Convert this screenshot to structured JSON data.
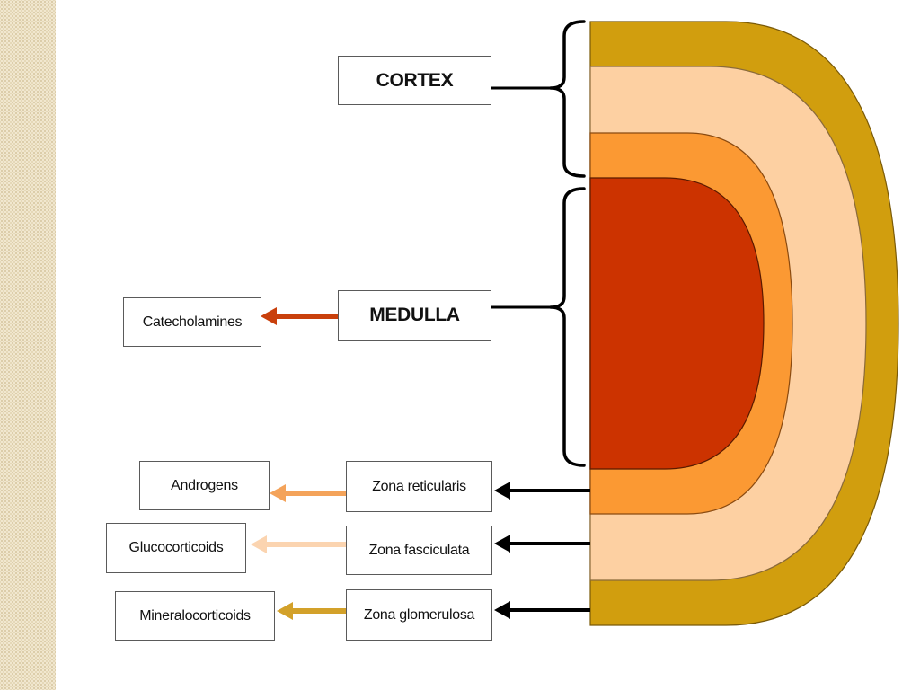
{
  "labels": {
    "cortex": "CORTEX",
    "medulla": "MEDULLA",
    "catecholamines": "Catecholamines",
    "zona_reticularis": "Zona reticularis",
    "zona_fasciculata": "Zona fasciculata",
    "zona_glomerulosa": "Zona glomerulosa",
    "androgens": "Androgens",
    "glucocorticoids": "Glucocorticoids",
    "mineralocorticoids": "Mineralocorticoids"
  },
  "colors": {
    "zona_glomerulosa": "#d19e0e",
    "zona_fasciculata": "#fdd0a2",
    "zona_reticularis": "#fb9933",
    "medulla": "#cc3300",
    "catecholamines_arrow": "#c9400c",
    "androgens_arrow": "#f4a35a",
    "glucocorticoids_arrow": "#fbd4b0",
    "mineralocorticoids_arrow": "#d3a12a"
  }
}
